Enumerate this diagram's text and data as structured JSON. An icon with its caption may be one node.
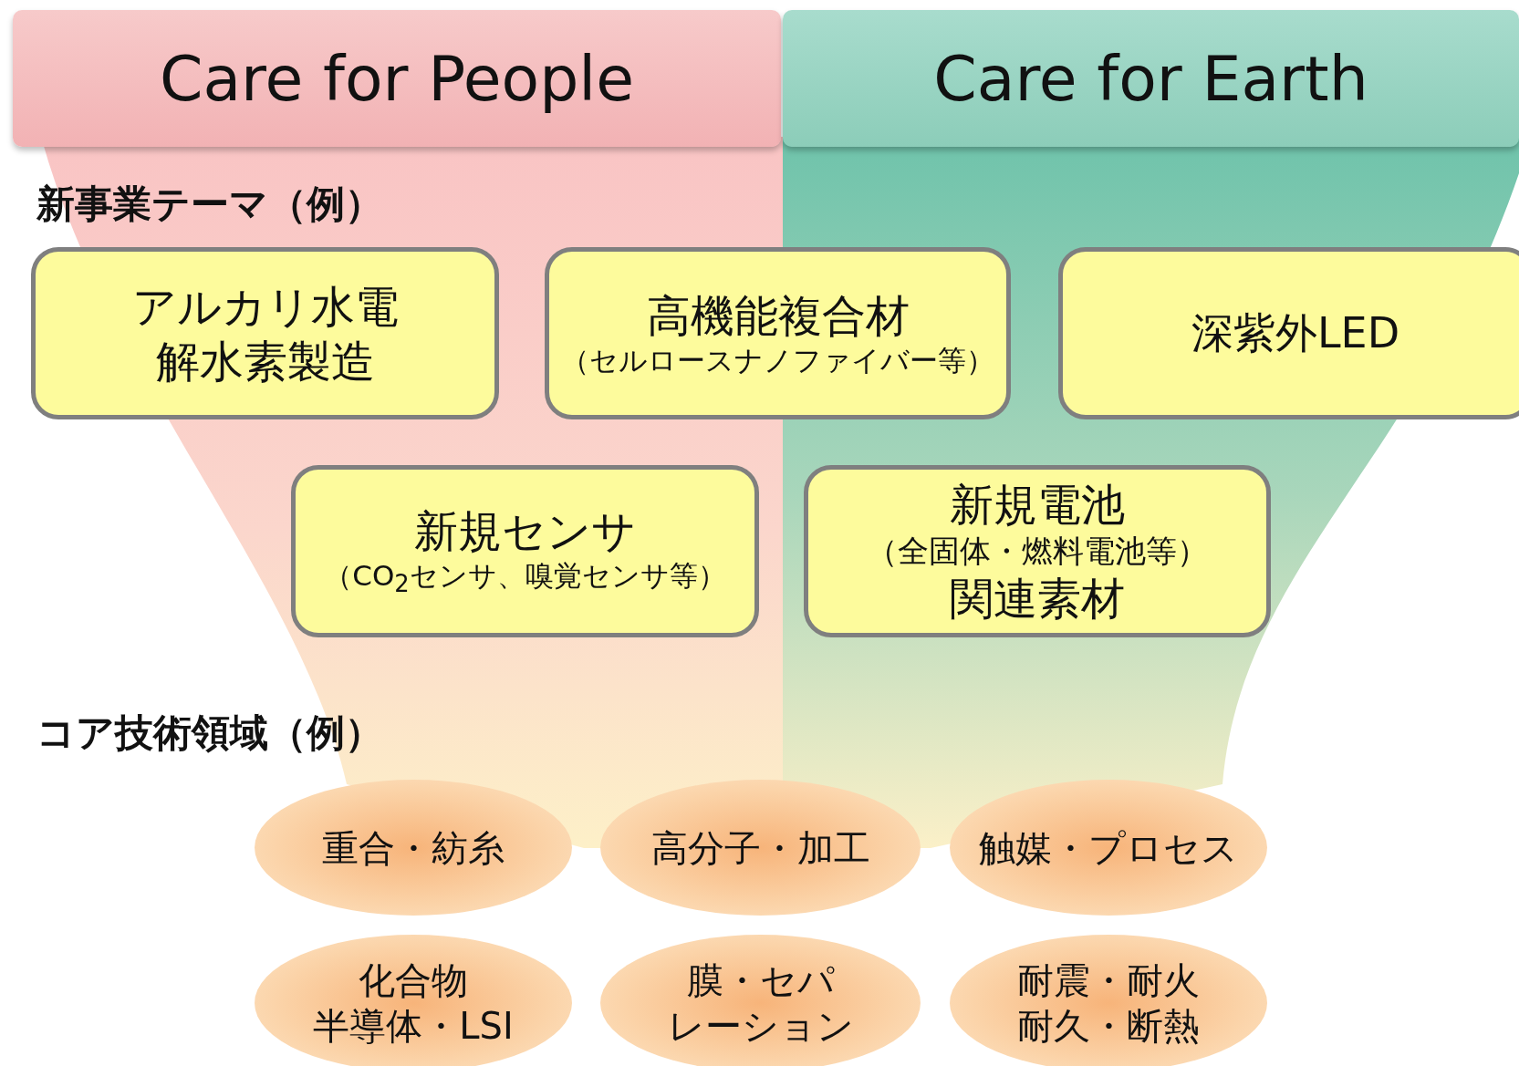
{
  "diagram": {
    "nodes": [
      {
        "text": [
          "Care for People"
        ]
      },
      {
        "text": [
          "Care for Earth"
        ]
      },
      {
        "text": [
          "アルカリ水電解水素製造"
        ]
      },
      {
        "text": [
          "高機能複合材",
          "（セルロースナノファイバー等）"
        ]
      },
      {
        "text": [
          "深紫外LED"
        ]
      },
      {
        "text": [
          "新規センサ",
          "（CO$_{2}$センサ、嗅覚センサ等）"
        ]
      },
      {
        "text": [
          "新規電池",
          "（全固体・燃料電池等）",
          "関連素材"
        ]
      },
      {
        "text": [
          "重合・紡糸"
        ]
      },
      {
        "text": [
          "高分子・加工"
        ]
      },
      {
        "text": [
          "触媒・プロセス"
        ]
      },
      {
        "text": [
          "化合物半導体・LSI"
        ]
      },
      {
        "text": [
          "膜・セパレーション"
        ]
      },
      {
        "text": [
          "耐震・耐火耐久・断熱"
        ]
      }
    ],
    "labels": [
      "新事業テーマ（例）",
      "コア技術領域（例）"
    ]
  }
}
